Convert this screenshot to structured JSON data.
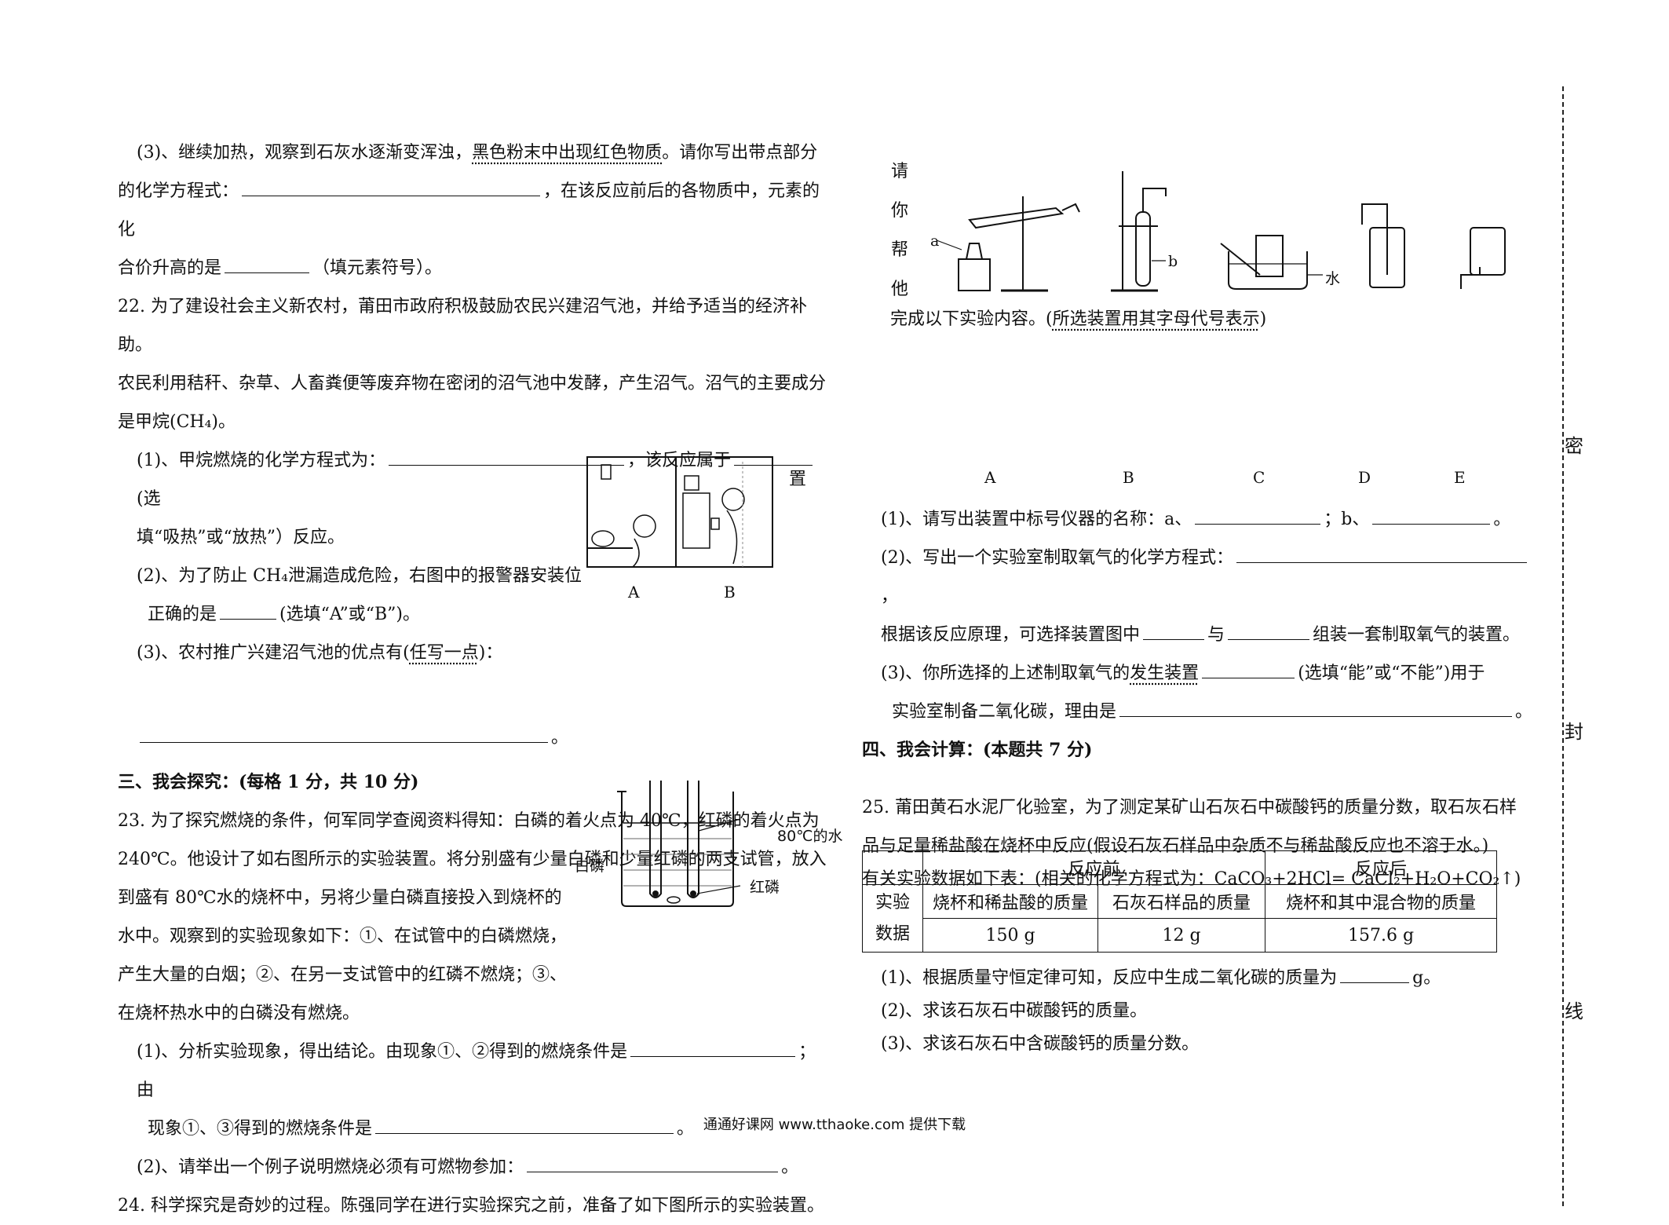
{
  "left": {
    "q21_3_a": "(3)、继续加热，观察到石灰水逐渐变浑浊，",
    "q21_3_dots": "黑色粉末中出现红色物质",
    "q21_3_b": "。请你写出带点部分",
    "q21_3_c": "的化学方程式：",
    "q21_3_d": "，在该反应前后的各物质中，元素的化",
    "q21_3_e": "合价升高的是",
    "q21_3_f": "（填元素符号）。",
    "q22_l1": "22.  为了建设社会主义新农村，莆田市政府积极鼓励农民兴建沼气池，并给予适当的经济补助。",
    "q22_l2": "农民利用秸秆、杂草、人畜粪便等废弃物在密闭的沼气池中发酵，产生沼气。沼气的主要成分",
    "q22_l3": "是甲烷(CH₄)。",
    "q22_1_a": "(1)、甲烷燃烧的化学方程式为：",
    "q22_1_b": "，该反应属于",
    "q22_1_c": "(选",
    "q22_1_d": "填“吸热”或“放热”）反应。",
    "q22_2_a": "(2)、为了防止 CH₄泄漏造成危险，右图中的报警器安装位",
    "q22_2_tail": "置",
    "q22_2_b": "正确的是",
    "q22_2_c": "(选填“A”或“B”)。",
    "q22_3_a": "(3)、农村推广兴建沼气池的优点有(",
    "q22_3_dots": "任写一点",
    "q22_3_b": ")：",
    "q22_end": "。",
    "fig_a": "A",
    "fig_b": "B",
    "sec3": "三、我会探究：(每格 1 分，共 10 分)",
    "q23_l1": "23.  为了探究燃烧的条件，何军同学查阅资料得知：白磷的着火点为 40℃，红磷的着火点为",
    "q23_l2": "240℃。他设计了如右图所示的实验装置。将分别盛有少量白磷和少量红磷的两支试管，放入",
    "q23_l3": "到盛有 80℃水的烧杯中，另将少量白磷直接投入到烧杯的",
    "q23_l4": "水中。观察到的实验现象如下：①、在试管中的白磷燃烧，",
    "q23_l5": "产生大量的白烟；②、在另一支试管中的红磷不燃烧；③、",
    "q23_l6": "在烧杯热水中的白磷没有燃烧。",
    "lbl_water": "80℃的水",
    "lbl_white": "白磷",
    "lbl_red": "红磷",
    "q23_1_a": "(1)、分析实验现象，得出结论。由现象①、②得到的燃烧条件是",
    "q23_1_b": "；由",
    "q23_1_c": "现象①、③得到的燃烧条件是",
    "q23_1_d": "。",
    "q23_2_a": "(2)、请举出一个例子说明燃烧必须有可燃物参加：",
    "q23_2_b": "。",
    "q24_l1": "24.  科学探究是奇妙的过程。陈强同学在进行实验探究之前，准备了如下图所示的实验装置。"
  },
  "right": {
    "v1": "请",
    "v2": "你",
    "v3": "帮",
    "v4": "他",
    "lbl_a": "a",
    "lbl_b": "b",
    "lbl_water": "水",
    "q24_cont_a": "完成以下实验内容。(",
    "q24_cont_dots": "所选装置用其字母代号表示",
    "q24_cont_b": ")",
    "letters": [
      "A",
      "B",
      "C",
      "D",
      "E"
    ],
    "q24_1_a": "(1)、请写出装置中标号仪器的名称：a、",
    "q24_1_b": "；b、",
    "q24_1_c": "。",
    "q24_2_a": "(2)、写出一个实验室制取氧气的化学方程式：",
    "q24_2_b": "，",
    "q24_2_c": "根据该反应原理，可选择装置图中",
    "q24_2_d": "与",
    "q24_2_e": "组装一套制取氧气的装置。",
    "q24_3_a": "(3)、你所选择的上述制取氧气的",
    "q24_3_dots": "发生装置",
    "q24_3_b": "(选填“能”或“不能”)用于",
    "q24_3_c": "实验室制备二氧化碳，理由是",
    "q24_3_d": "。",
    "sec4": "四、我会计算：(本题共 7 分)",
    "q25_l1": "25.  莆田黄石水泥厂化验室，为了测定某矿山石灰石中碳酸钙的质量分数，取石灰石样",
    "q25_l2": "品与足量稀盐酸在烧杯中反应(假设石灰石样品中杂质不与稀盐酸反应也不溶于水。)",
    "q25_l3": "有关实验数据如下表：(相关的化学方程式为：CaCO₃+2HCl= CaCl₂+H₂O+CO₂↑)",
    "table": {
      "before": "反应前",
      "after": "反应后",
      "row_label_1": "实验",
      "row_label_2": "数据",
      "h1": "烧杯和稀盐酸的质量",
      "h2": "石灰石样品的质量",
      "h3": "烧杯和其中混合物的质量",
      "v1": "150 g",
      "v2": "12 g",
      "v3": "157.6 g"
    },
    "q25_1_a": "(1)、根据质量守恒定律可知，反应中生成二氧化碳的质量为",
    "q25_1_b": "g。",
    "q25_2": "(2)、求该石灰石中碳酸钙的质量。",
    "q25_3": "(3)、求该石灰石中含碳酸钙的质量分数。"
  },
  "binding": [
    "密",
    "封",
    "线"
  ],
  "footer": "通通好课网  www.tthaoke.com 提供下载"
}
